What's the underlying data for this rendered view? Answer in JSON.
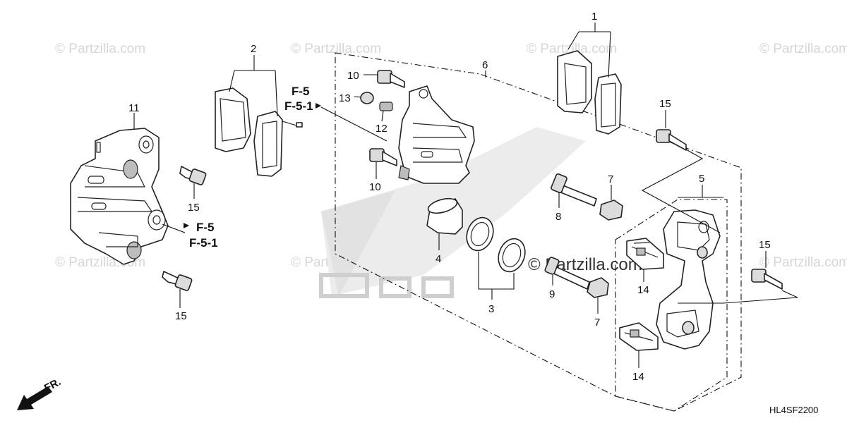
{
  "watermark": {
    "text": "© Partzilla.com",
    "center_text": "© Partzilla.com"
  },
  "diagram_code": "HL4SF2200",
  "direction_label": "FR.",
  "reference_labels": {
    "right_ref_line1": "F-5",
    "right_ref_line2": "F-5-1",
    "left_ref_line1": "F-5",
    "left_ref_line2": "F-5-1"
  },
  "callouts": {
    "pad_set_right": "1",
    "pad_set_left": "2",
    "piston_seal_set": "3",
    "piston": "4",
    "bracket": "5",
    "caliper_sub_assy": "6",
    "pin_boot_upper": "7",
    "pin_boot_lower": "7",
    "pin_upper": "8",
    "pin_lower": "9",
    "bolt_upper": "10",
    "bolt_lower": "10",
    "caliper_assy": "11",
    "bleeder": "12",
    "bleeder_cap": "13",
    "pad_spring_upper": "14",
    "pad_spring_lower": "14",
    "bolt_caliper_upper": "15",
    "bolt_caliper_lower": "15",
    "bolt_bracket_top": "15",
    "bolt_bracket_side": "15"
  },
  "colors": {
    "line": "#222222",
    "watermark": "#d6d6d6",
    "background": "#ffffff"
  }
}
